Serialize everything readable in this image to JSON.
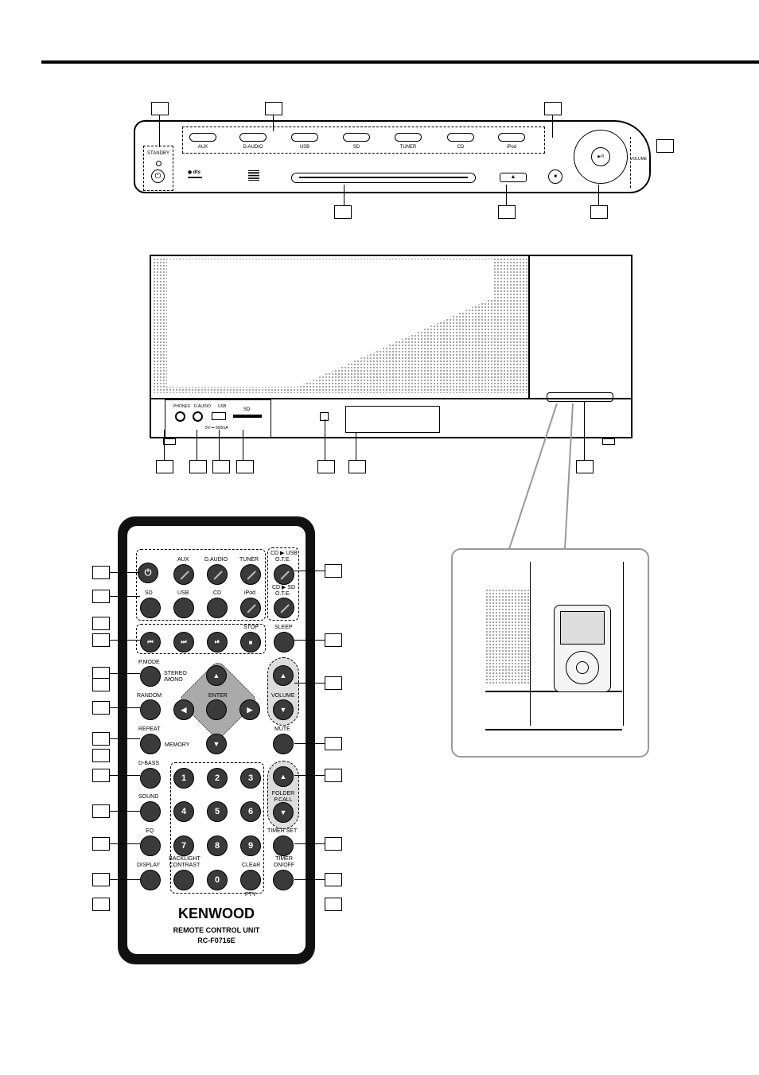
{
  "top_panel": {
    "source_buttons": [
      "AUX",
      "D.AUDIO",
      "USB",
      "SD",
      "TUNER",
      "CD",
      "iPod"
    ],
    "standby_label": "STANDBY",
    "volume_label": "VOLUME"
  },
  "front_unit": {
    "phones_label": "PHONES",
    "audio_in_label": "D.AUDIO",
    "usb_label": "USB",
    "usb_rating": "5V ⎓ 500mA",
    "sd_label": "SD"
  },
  "remote": {
    "buttons": {
      "aux": "AUX",
      "d_audio": "D.AUDIO",
      "tuner": "TUNER",
      "sd": "SD",
      "usb": "USB",
      "cd": "CD",
      "ipod": "iPod",
      "cd_usb": "CD ▶ USB",
      "ote1": "O.T.E.",
      "cd_sd": "CD ▶ SD",
      "ote2": "O.T.E.",
      "stop": "STOP",
      "sleep": "SLEEP",
      "p_mode": "P.MODE",
      "stereo_mono": "STEREO /MONO",
      "enter": "ENTER",
      "volume": "VOLUME",
      "random": "RANDOM",
      "repeat": "REPEAT",
      "memory": "MEMORY",
      "mute": "MUTE",
      "d_bass": "D-BASS",
      "folder_pcall": "FOLDER P.CALL",
      "sound": "SOUND",
      "eq": "EQ",
      "timer_set": "TIMER SET",
      "display": "DISPLAY",
      "backlight_contrast": "BACKLIGHT CONTRAST",
      "clear": "CLEAR",
      "pty": "PTY",
      "timer_onoff": "TIMER ON/OFF"
    },
    "numbers": [
      "1",
      "2",
      "3",
      "4",
      "5",
      "6",
      "7",
      "8",
      "9",
      "0"
    ],
    "brand": "KENWOOD",
    "unit_label": "REMOTE CONTROL UNIT",
    "model": "RC-F0716E"
  }
}
